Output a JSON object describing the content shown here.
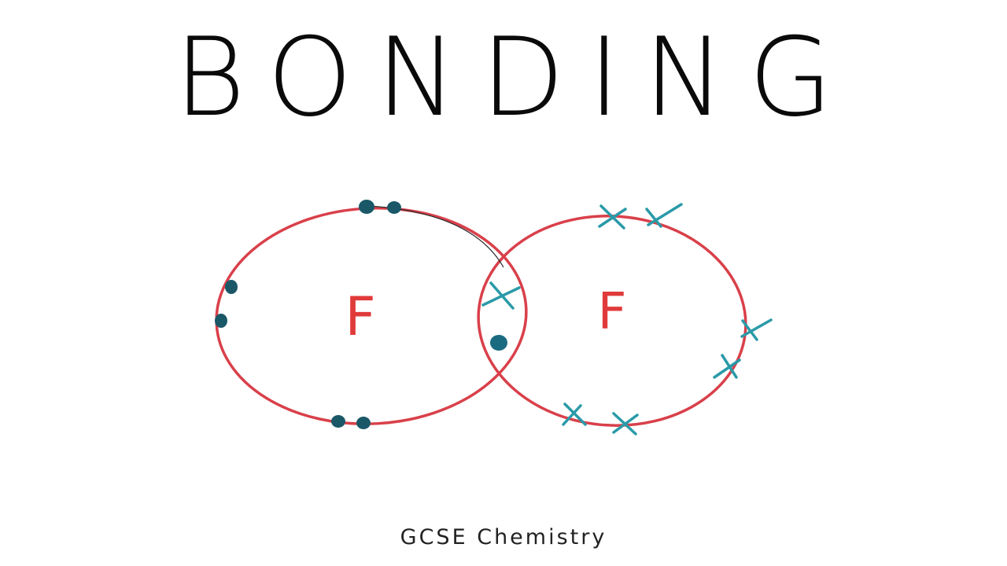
{
  "header": {
    "title": "BONDING"
  },
  "diagram": {
    "atoms": [
      {
        "symbol": "F",
        "electron_marker": "dot",
        "outer_electrons": 7
      },
      {
        "symbol": "F",
        "electron_marker": "cross",
        "outer_electrons": 7
      }
    ],
    "shared_pair": [
      "dot",
      "cross"
    ],
    "colors": {
      "shell": "#d9404a",
      "symbol": "#e03a3a",
      "dot": "#1a5868",
      "cross": "#2a9aa8"
    }
  },
  "footer": {
    "subtitle": "GCSE Chemistry"
  }
}
